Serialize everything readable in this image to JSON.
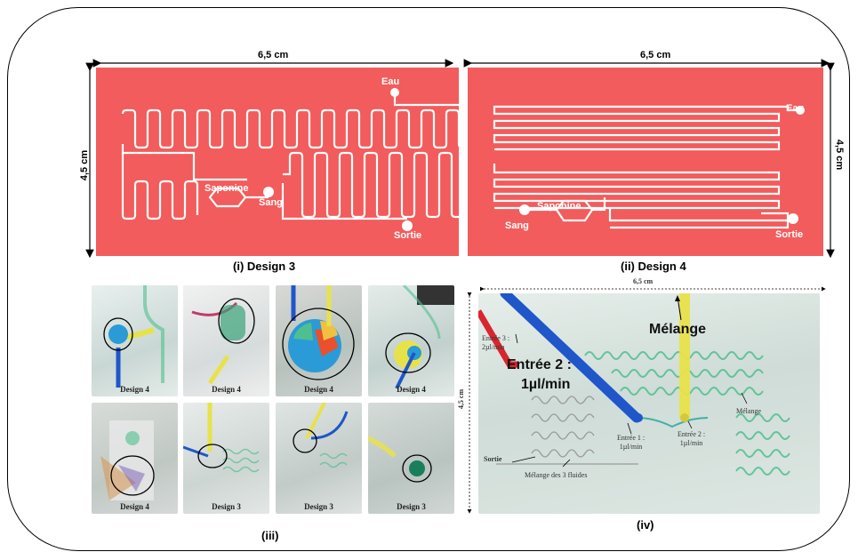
{
  "colors": {
    "chip": "#f25c5c",
    "channel": "#ffffff",
    "channel_green": "#4fbf8f",
    "blue_tube": "#1f56c9",
    "yellow_tube": "#e8e24a",
    "red_tube": "#d8262e"
  },
  "panel_i": {
    "width_label": "6,5 cm",
    "height_label": "4,5 cm",
    "caption": "(i) Design 3",
    "labels": {
      "eau": "Eau",
      "saponine": "Saponine",
      "sang": "Sang",
      "sortie": "Sortie"
    }
  },
  "panel_ii": {
    "width_label": "6,5 cm",
    "height_label": "4,5 cm",
    "caption": "(ii) Design 4",
    "labels": {
      "eau": "Eau",
      "saponine": "Saponine",
      "sang": "Sang",
      "sortie": "Sortie"
    }
  },
  "panel_iii": {
    "caption": "(iii)",
    "photos": [
      {
        "label": "Design 4"
      },
      {
        "label": "Design 4"
      },
      {
        "label": "Design 4"
      },
      {
        "label": "Design 4"
      },
      {
        "label": "Design 4"
      },
      {
        "label": "Design 3"
      },
      {
        "label": "Design 3"
      },
      {
        "label": "Design 3"
      }
    ]
  },
  "panel_iv": {
    "caption": "(iv)",
    "width_label": "6,5 cm",
    "height_label": "4,5 cm",
    "melange_top": "Mélange",
    "entree2_big_line1": "Entrée 2 :",
    "entree2_big_line2": "1µl/min",
    "entree3_line1": "Entrée 3 :",
    "entree3_line2": "2µl/min",
    "entree1_line1": "Entrée 1 :",
    "entree1_line2": "1µl/min",
    "entree2_small_line1": "Entrée 2 :",
    "entree2_small_line2": "1µl/min",
    "melange_right": "Mélange",
    "sortie": "Sortie",
    "melange_3": "Mélange des 3 fluides"
  }
}
